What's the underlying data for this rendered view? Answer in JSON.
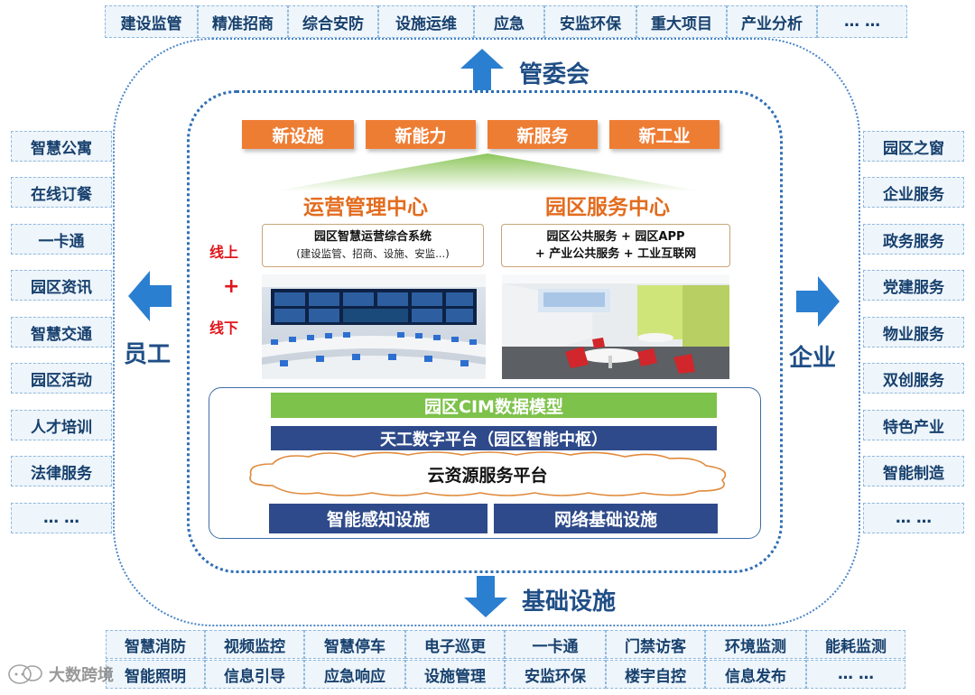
{
  "top_row": [
    "建设监管",
    "精准招商",
    "综合安防",
    "设施运维",
    "应急",
    "安监环保",
    "重大项目",
    "产业分析",
    "… …"
  ],
  "management_label": "管委会",
  "infrastructure_label": "基础设施",
  "employees_label": "员工",
  "enterprise_label": "企业",
  "left_items": [
    "智慧公寓",
    "在线订餐",
    "一卡通",
    "园区资讯",
    "智慧交通",
    "园区活动",
    "人才培训",
    "法律服务",
    "… …"
  ],
  "right_items": [
    "园区之窗",
    "企业服务",
    "政务服务",
    "党建服务",
    "物业服务",
    "双创服务",
    "特色产业",
    "智能制造",
    "… …"
  ],
  "new_items": [
    "新设施",
    "新能力",
    "新服务",
    "新工业"
  ],
  "ops_center": {
    "title": "运营管理中心",
    "system": "园区智慧运营综合系统",
    "system_sub": "(建设监管、招商、设施、安监...)"
  },
  "service_center": {
    "title": "园区服务中心",
    "line1": "园区公共服务 + 园区APP",
    "line2": "+ 产业公共服务 + 工业互联网"
  },
  "online_offline": {
    "online": "线上",
    "plus": "+",
    "offline": "线下"
  },
  "layers": {
    "cim": "园区CIM数据模型",
    "platform": "天工数字平台（园区智能中枢）",
    "cloud": "云资源服务平台",
    "sensing": "智能感知设施",
    "network": "网络基础设施"
  },
  "bottom_row1": [
    "智慧消防",
    "视频监控",
    "智慧停车",
    "电子巡更",
    "一卡通",
    "门禁访客",
    "环境监测",
    "能耗监测"
  ],
  "bottom_row2": [
    "智能照明",
    "信息引导",
    "应急响应",
    "设施管理",
    "安监环保",
    "楼宇自控",
    "信息发布",
    "… …"
  ],
  "watermark": "大数跨境",
  "colors": {
    "orange": "#ee7d34",
    "green": "#7dc24b",
    "navy": "#2e4a8a",
    "accent_blue": "#2b7fd0"
  }
}
